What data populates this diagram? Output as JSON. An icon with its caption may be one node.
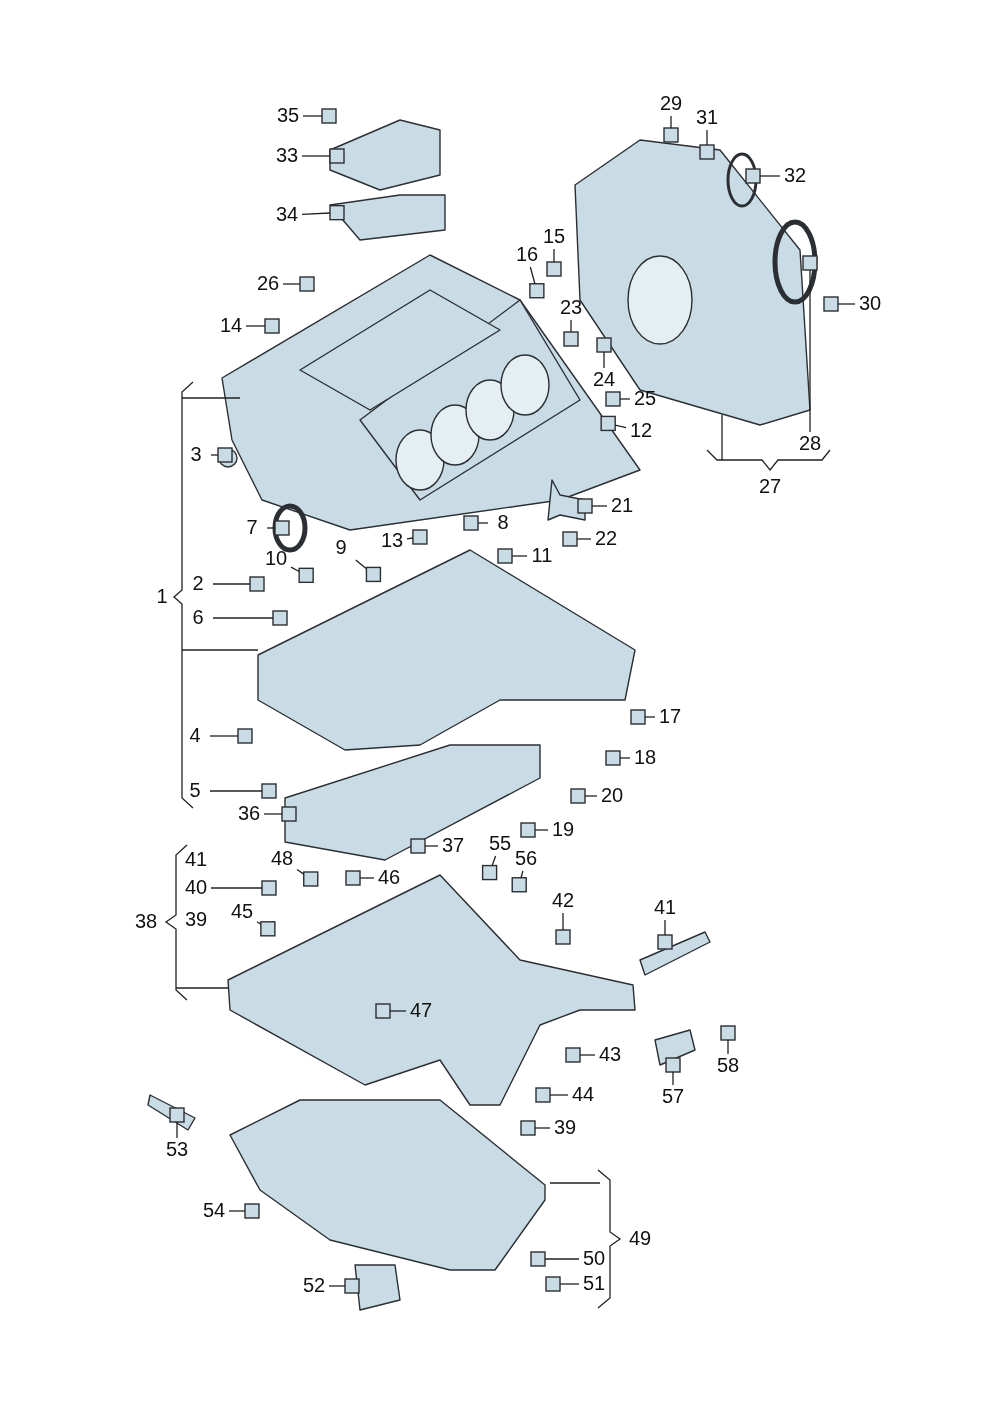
{
  "diagram": {
    "nodes": [
      {
        "text": [
          "35"
        ]
      },
      {
        "text": [
          "33"
        ]
      },
      {
        "text": [
          "34"
        ]
      },
      {
        "text": [
          "29"
        ]
      },
      {
        "text": [
          "31"
        ]
      },
      {
        "text": [
          "32"
        ]
      },
      {
        "text": [
          "26"
        ]
      },
      {
        "text": [
          "16"
        ]
      },
      {
        "text": [
          "15"
        ]
      },
      {
        "text": [
          "14"
        ]
      },
      {
        "text": [
          "23"
        ]
      },
      {
        "text": [
          "30"
        ]
      },
      {
        "text": [
          "24"
        ]
      },
      {
        "text": [
          "25"
        ]
      },
      {
        "text": [
          "12"
        ]
      },
      {
        "text": [
          "28"
        ]
      },
      {
        "text": [
          "3"
        ]
      },
      {
        "text": [
          "21"
        ]
      },
      {
        "text": [
          "7"
        ]
      },
      {
        "text": [
          "8"
        ]
      },
      {
        "text": [
          "22"
        ]
      },
      {
        "text": [
          "13"
        ]
      },
      {
        "text": [
          "9"
        ]
      },
      {
        "text": [
          "11"
        ]
      },
      {
        "text": [
          "10"
        ]
      },
      {
        "text": [
          "2"
        ]
      },
      {
        "text": [
          "6"
        ]
      },
      {
        "text": [
          "17"
        ]
      },
      {
        "text": [
          "4"
        ]
      },
      {
        "text": [
          "18"
        ]
      },
      {
        "text": [
          "20"
        ]
      },
      {
        "text": [
          "5"
        ]
      },
      {
        "text": [
          "19"
        ]
      },
      {
        "text": [
          "36"
        ]
      },
      {
        "text": [
          "37"
        ]
      },
      {
        "text": [
          "55"
        ]
      },
      {
        "text": [
          "56"
        ]
      },
      {
        "text": [
          "48"
        ]
      },
      {
        "text": [
          "46"
        ]
      },
      {
        "text": [
          "40"
        ]
      },
      {
        "text": [
          "42"
        ]
      },
      {
        "text": [
          "41"
        ]
      },
      {
        "text": [
          "45"
        ]
      },
      {
        "text": [
          "47"
        ]
      },
      {
        "text": [
          "43"
        ]
      },
      {
        "text": [
          "58"
        ]
      },
      {
        "text": [
          "57"
        ]
      },
      {
        "text": [
          "44"
        ]
      },
      {
        "text": [
          "39"
        ]
      },
      {
        "text": [
          "53"
        ]
      },
      {
        "text": [
          "54"
        ]
      },
      {
        "text": [
          "50"
        ]
      },
      {
        "text": [
          "52"
        ]
      },
      {
        "text": [
          "51"
        ]
      },
      {
        "text": [],
        "shape": "box"
      },
      {
        "text": [],
        "shape": "box"
      },
      {
        "text": [],
        "shape": "box"
      },
      {
        "text": [],
        "shape": "box"
      },
      {
        "text": [],
        "shape": "box"
      },
      {
        "text": [],
        "shape": "box"
      },
      {
        "text": [],
        "shape": "box"
      },
      {
        "text": [],
        "shape": "box"
      },
      {
        "text": [],
        "shape": "box"
      },
      {
        "text": [],
        "shape": "box"
      },
      {
        "text": [],
        "shape": "box"
      },
      {
        "text": [],
        "shape": "box"
      },
      {
        "text": [],
        "shape": "box"
      },
      {
        "text": [],
        "shape": "box"
      },
      {
        "text": [],
        "shape": "box"
      },
      {
        "text": [],
        "shape": "box"
      },
      {
        "text": [],
        "shape": "box"
      },
      {
        "text": [],
        "shape": "box"
      },
      {
        "text": [],
        "shape": "box"
      },
      {
        "text": [],
        "shape": "box"
      },
      {
        "text": [],
        "shape": "box"
      },
      {
        "text": [],
        "shape": "box"
      },
      {
        "text": [],
        "shape": "box"
      },
      {
        "text": [],
        "shape": "box"
      },
      {
        "text": [],
        "shape": "box"
      },
      {
        "text": [],
        "shape": "box"
      },
      {
        "text": [],
        "shape": "box"
      },
      {
        "text": [],
        "shape": "box"
      },
      {
        "text": [],
        "shape": "box"
      },
      {
        "text": [],
        "shape": "box"
      },
      {
        "text": [],
        "shape": "box"
      },
      {
        "text": [],
        "shape": "box"
      },
      {
        "text": [],
        "shape": "box"
      },
      {
        "text": [],
        "shape": "box"
      },
      {
        "text": [],
        "shape": "box"
      },
      {
        "text": [],
        "shape": "box"
      },
      {
        "text": [],
        "shape": "box"
      },
      {
        "text": [],
        "shape": "box"
      },
      {
        "text": [],
        "shape": "box"
      },
      {
        "text": [],
        "shape": "box"
      },
      {
        "text": [],
        "shape": "box"
      },
      {
        "text": [],
        "shape": "box"
      },
      {
        "text": [],
        "shape": "box"
      },
      {
        "text": [],
        "shape": "box"
      },
      {
        "text": [],
        "shape": "box"
      },
      {
        "text": [],
        "shape": "box"
      },
      {
        "text": [],
        "shape": "box"
      },
      {
        "text": [],
        "shape": "box"
      },
      {
        "text": [],
        "shape": "box"
      },
      {
        "text": [],
        "shape": "box"
      },
      {
        "text": [],
        "shape": "box"
      },
      {
        "text": [],
        "shape": "box"
      },
      {
        "text": [],
        "shape": "box"
      },
      {
        "text": [],
        "shape": "box"
      }
    ],
    "edges": [
      {
        "from": 0,
        "to": 54,
        "arrow": "none"
      },
      {
        "from": 1,
        "to": 55,
        "arrow": "none"
      },
      {
        "from": 2,
        "to": 56,
        "arrow": "none"
      },
      {
        "from": 3,
        "to": 57,
        "arrow": "none"
      },
      {
        "from": 4,
        "to": 58,
        "arrow": "none"
      },
      {
        "from": 5,
        "to": 59,
        "arrow": "none"
      },
      {
        "from": 6,
        "to": 60,
        "arrow": "none"
      },
      {
        "from": 7,
        "to": 61,
        "arrow": "none"
      },
      {
        "from": 8,
        "to": 62,
        "arrow": "none"
      },
      {
        "from": 9,
        "to": 63,
        "arrow": "none"
      },
      {
        "from": 10,
        "to": 64,
        "arrow": "none"
      },
      {
        "from": 11,
        "to": 65,
        "arrow": "none"
      },
      {
        "from": 12,
        "to": 66,
        "arrow": "none"
      },
      {
        "from": 13,
        "to": 67,
        "arrow": "none"
      },
      {
        "from": 14,
        "to": 68,
        "arrow": "none"
      },
      {
        "from": 15,
        "to": 69,
        "arrow": "none"
      },
      {
        "from": 16,
        "to": 70,
        "arrow": "none"
      },
      {
        "from": 17,
        "to": 71,
        "arrow": "none"
      },
      {
        "from": 18,
        "to": 72,
        "arrow": "none"
      },
      {
        "from": 19,
        "to": 73,
        "arrow": "none"
      },
      {
        "from": 20,
        "to": 74,
        "arrow": "none"
      },
      {
        "from": 21,
        "to": 75,
        "arrow": "none"
      },
      {
        "from": 22,
        "to": 76,
        "arrow": "none"
      },
      {
        "from": 23,
        "to": 77,
        "arrow": "none"
      },
      {
        "from": 24,
        "to": 78,
        "arrow": "none"
      },
      {
        "from": 25,
        "to": 79,
        "arrow": "none"
      },
      {
        "from": 26,
        "to": 80,
        "arrow": "none"
      },
      {
        "from": 27,
        "to": 81,
        "arrow": "none"
      },
      {
        "from": 28,
        "to": 82,
        "arrow": "none"
      },
      {
        "from": 29,
        "to": 83,
        "arrow": "none"
      },
      {
        "from": 30,
        "to": 84,
        "arrow": "none"
      },
      {
        "from": 31,
        "to": 85,
        "arrow": "none"
      },
      {
        "from": 32,
        "to": 86,
        "arrow": "none"
      },
      {
        "from": 33,
        "to": 87,
        "arrow": "none"
      },
      {
        "from": 34,
        "to": 88,
        "arrow": "none"
      },
      {
        "from": 35,
        "to": 89,
        "arrow": "none"
      },
      {
        "from": 36,
        "to": 90,
        "arrow": "none"
      },
      {
        "from": 37,
        "to": 91,
        "arrow": "none"
      },
      {
        "from": 38,
        "to": 92,
        "arrow": "none"
      },
      {
        "from": 39,
        "to": 93,
        "arrow": "none"
      },
      {
        "from": 40,
        "to": 94,
        "arrow": "none"
      },
      {
        "from": 41,
        "to": 95,
        "arrow": "none"
      },
      {
        "from": 42,
        "to": 96,
        "arrow": "none"
      },
      {
        "from": 43,
        "to": 97,
        "arrow": "none"
      },
      {
        "from": 44,
        "to": 98,
        "arrow": "none"
      },
      {
        "from": 45,
        "to": 99,
        "arrow": "none"
      },
      {
        "from": 46,
        "to": 100,
        "arrow": "none"
      },
      {
        "from": 47,
        "to": 101,
        "arrow": "none"
      },
      {
        "from": 48,
        "to": 102,
        "arrow": "none"
      },
      {
        "from": 49,
        "to": 103,
        "arrow": "none"
      },
      {
        "from": 50,
        "to": 104,
        "arrow": "none"
      },
      {
        "from": 51,
        "to": 105,
        "arrow": "none"
      },
      {
        "from": 52,
        "to": 106,
        "arrow": "none"
      },
      {
        "from": 53,
        "to": 107,
        "arrow": "none"
      }
    ],
    "labels": [
      "1",
      "27",
      "41",
      "38",
      "39",
      "49"
    ]
  }
}
